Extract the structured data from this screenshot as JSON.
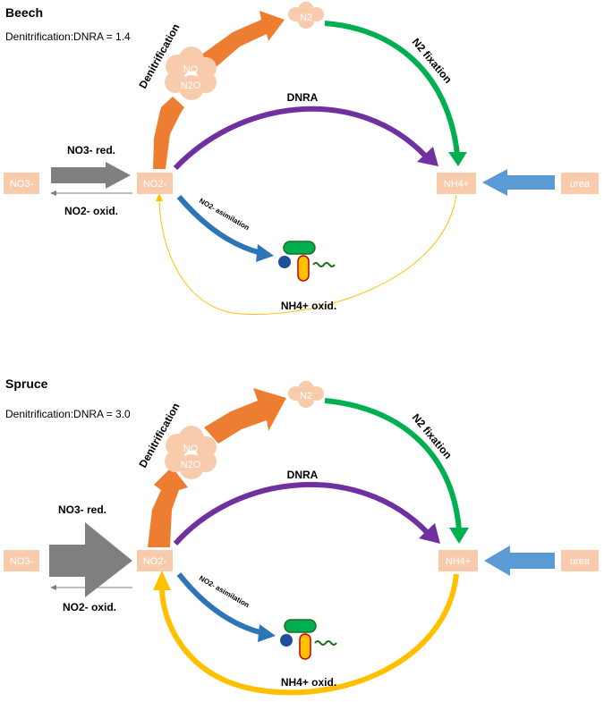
{
  "colors": {
    "box": "#f8cbad",
    "box_text": "#ffffff",
    "denitrification": "#ed7d31",
    "n2_fixation": "#00b050",
    "dnra": "#7030a0",
    "no3_reduction": "#7f7f7f",
    "urea_arrow": "#5b9bd5",
    "assimilation": "#2e75b6",
    "nh4_oxidation": "#ffc000"
  },
  "nodes": {
    "no3": "NO3-",
    "no2": "NO2-",
    "nh4": "NH4+",
    "urea": "urea",
    "n2": "N2",
    "no": "NO",
    "n2o": "N2O"
  },
  "labels": {
    "denitrification": "Denitrification",
    "n2_fixation": "N2 fixation",
    "dnra": "DNRA",
    "no3_red": "NO3- red.",
    "no2_oxid": "NO2- oxid.",
    "no2_assimilation": "NO2- asimilation",
    "nh4_oxid": "NH4+ oxid."
  },
  "panels": [
    {
      "title": "Beech",
      "ratio_text": "Denitrification:DNRA = 1.4"
    },
    {
      "title": "Spruce",
      "ratio_text": "Denitrification:DNRA = 3.0"
    }
  ]
}
